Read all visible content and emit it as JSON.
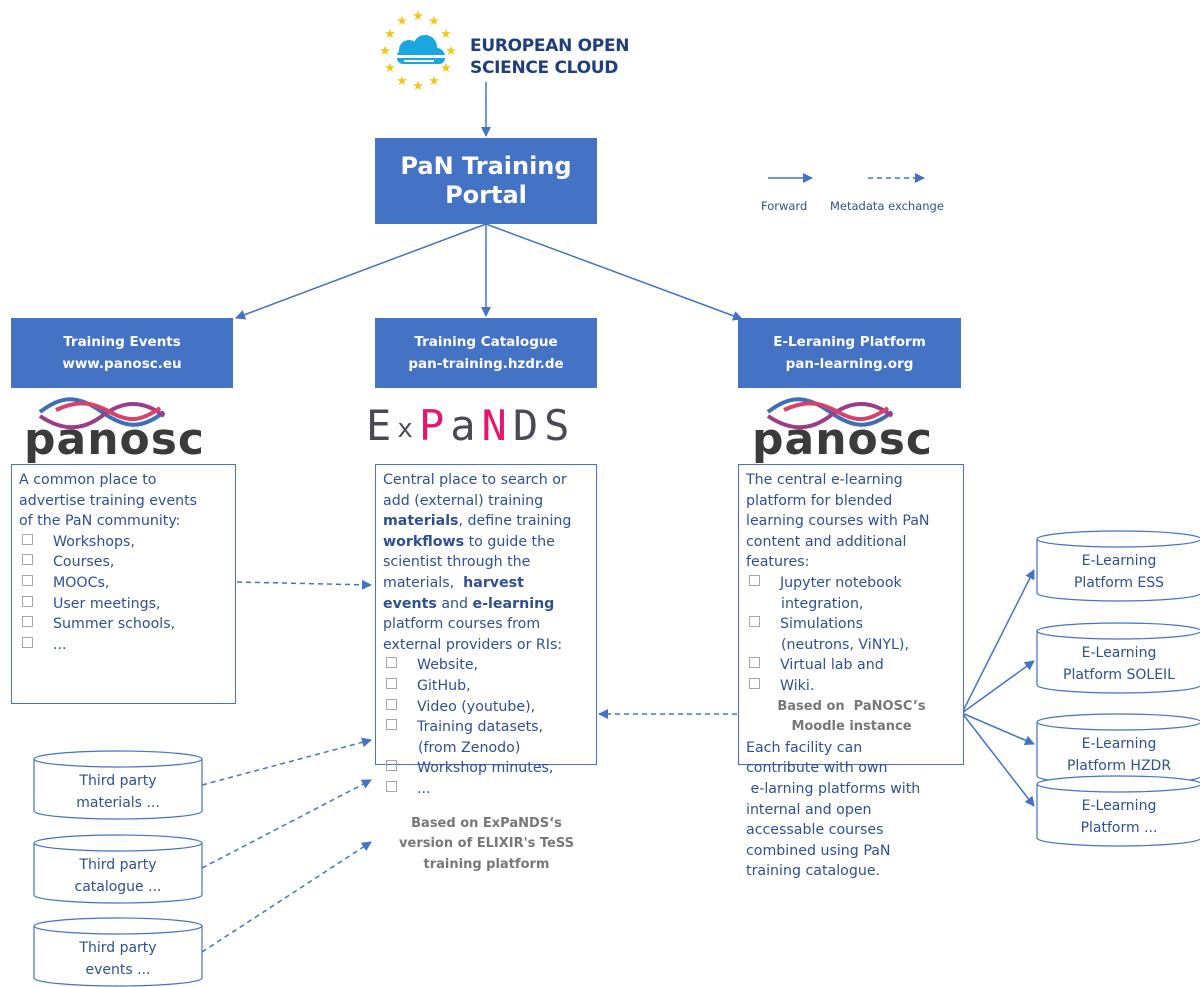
{
  "logo": {
    "eosc_line1": "EUROPEAN OPEN",
    "eosc_line2": "SCIENCE CLOUD",
    "panosc_events": "panosc",
    "panosc_elearning": "panosc",
    "expands": {
      "part1": "E",
      "part2": "x",
      "part3": "P",
      "part4": "a",
      "part5": "N",
      "part6": "D",
      "part7": "S"
    }
  },
  "portal": {
    "line1": "PaN Training",
    "line2": "Portal"
  },
  "legend": {
    "forward": "Forward",
    "metadata": "Metadata exchange"
  },
  "colors": {
    "header": "#4472c4",
    "text": "#2f4f93",
    "based": "#777777",
    "expands_accent": "#e6166f",
    "eosc_blue": "#1f3e7c",
    "star": "#f5c518"
  },
  "events": {
    "title": "Training Events",
    "url": "www.panosc.eu",
    "intro": [
      "A common place to",
      "advertise training events",
      "of the PaN community:"
    ],
    "items": [
      "Workshops,",
      "Courses,",
      "MOOCs,",
      "User meetings,",
      "Summer schools,",
      "..."
    ]
  },
  "catalogue": {
    "title": "Training Catalogue",
    "url": "pan-training.hzdr.de",
    "l1": "Central place to search or",
    "l2": "add (external) training",
    "l3b": "materials",
    "l3": ", define training",
    "l4b": "workflows",
    "l4": " to guide the",
    "l5": "scientist through the",
    "l6": "materials,  ",
    "l6b": "harvest",
    "l7b1": "events",
    "l7": " and ",
    "l7b2": "e-learning",
    "l8": "platform courses from",
    "l9": "external providers or RIs:",
    "items": [
      {
        "text": "Website,"
      },
      {
        "text": "GitHub,"
      },
      {
        "text": "Video (youtube),"
      },
      {
        "text": "Training datasets,",
        "cont": "(from Zenodo)"
      },
      {
        "text": "Workshop minutes,"
      },
      {
        "text": "..."
      }
    ],
    "based": [
      "Based on ExPaNDS‘s",
      "version of ELIXIR's TeSS",
      "training platform"
    ]
  },
  "elearning": {
    "title": "E-Leraning Platform",
    "url": "pan-learning.org",
    "intro": [
      "The central e-learning",
      "platform for blended",
      "learning courses with PaN",
      "content and additional",
      "features:"
    ],
    "items": [
      {
        "text": "Jupyter notebook",
        "cont": "integration,"
      },
      {
        "text": "Simulations",
        "cont": "(neutrons, ViNYL),"
      },
      {
        "text": "Virtual lab and"
      },
      {
        "text": "Wiki."
      }
    ],
    "based": [
      "Based on  PaNOSC’s",
      "Moodle instance"
    ],
    "outro": [
      "Each facility can",
      "contribute with own",
      " e-larning platforms with",
      "internal and open",
      "accessable courses",
      "combined using PaN",
      "training catalogue."
    ]
  },
  "third_party": [
    {
      "line1": "Third party",
      "line2": "materials ..."
    },
    {
      "line1": "Third party",
      "line2": "catalogue ..."
    },
    {
      "line1": "Third party",
      "line2": "events ..."
    }
  ],
  "platforms": [
    {
      "line1": "E-Learning",
      "line2": "Platform ESS"
    },
    {
      "line1": "E-Learning",
      "line2": "Platform SOLEIL"
    },
    {
      "line1": "E-Learning",
      "line2": "Platform HZDR"
    },
    {
      "line1": "E-Learning",
      "line2": "Platform ..."
    }
  ]
}
